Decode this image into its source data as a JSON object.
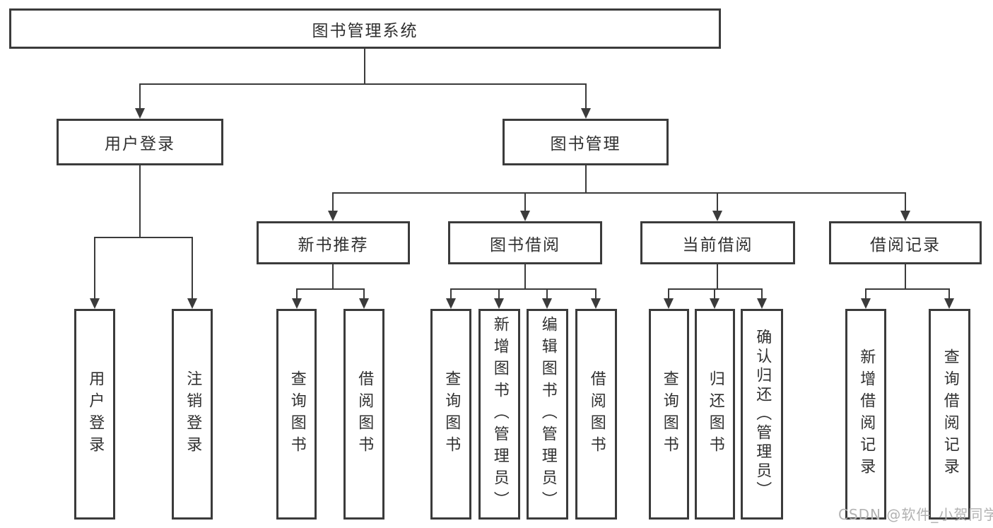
{
  "diagram": {
    "root": "图书管理系统",
    "branches": {
      "user": "用户登录",
      "book": "图书管理"
    },
    "modules": [
      "新书推荐",
      "图书借阅",
      "当前借阅",
      "借阅记录"
    ],
    "leaves": {
      "user": [
        "用户登录",
        "注销登录"
      ],
      "recommend": [
        "查询图书",
        "借阅图书"
      ],
      "borrow": [
        "查询图书",
        "新增图书（管理员）",
        "编辑图书（管理员）",
        "借阅图书"
      ],
      "current": [
        "查询图书",
        "归还图书",
        "确认归还（管理员）"
      ],
      "records": [
        "新增借阅记录",
        "查询借阅记录"
      ]
    }
  },
  "watermark": "CSDN @软件_小贺同学",
  "colors": {
    "line": "#3b3b3b",
    "box_border": "#3b3b3b",
    "text": "#303030",
    "watermark": "#b2b2b2",
    "background": "#ffffff"
  }
}
